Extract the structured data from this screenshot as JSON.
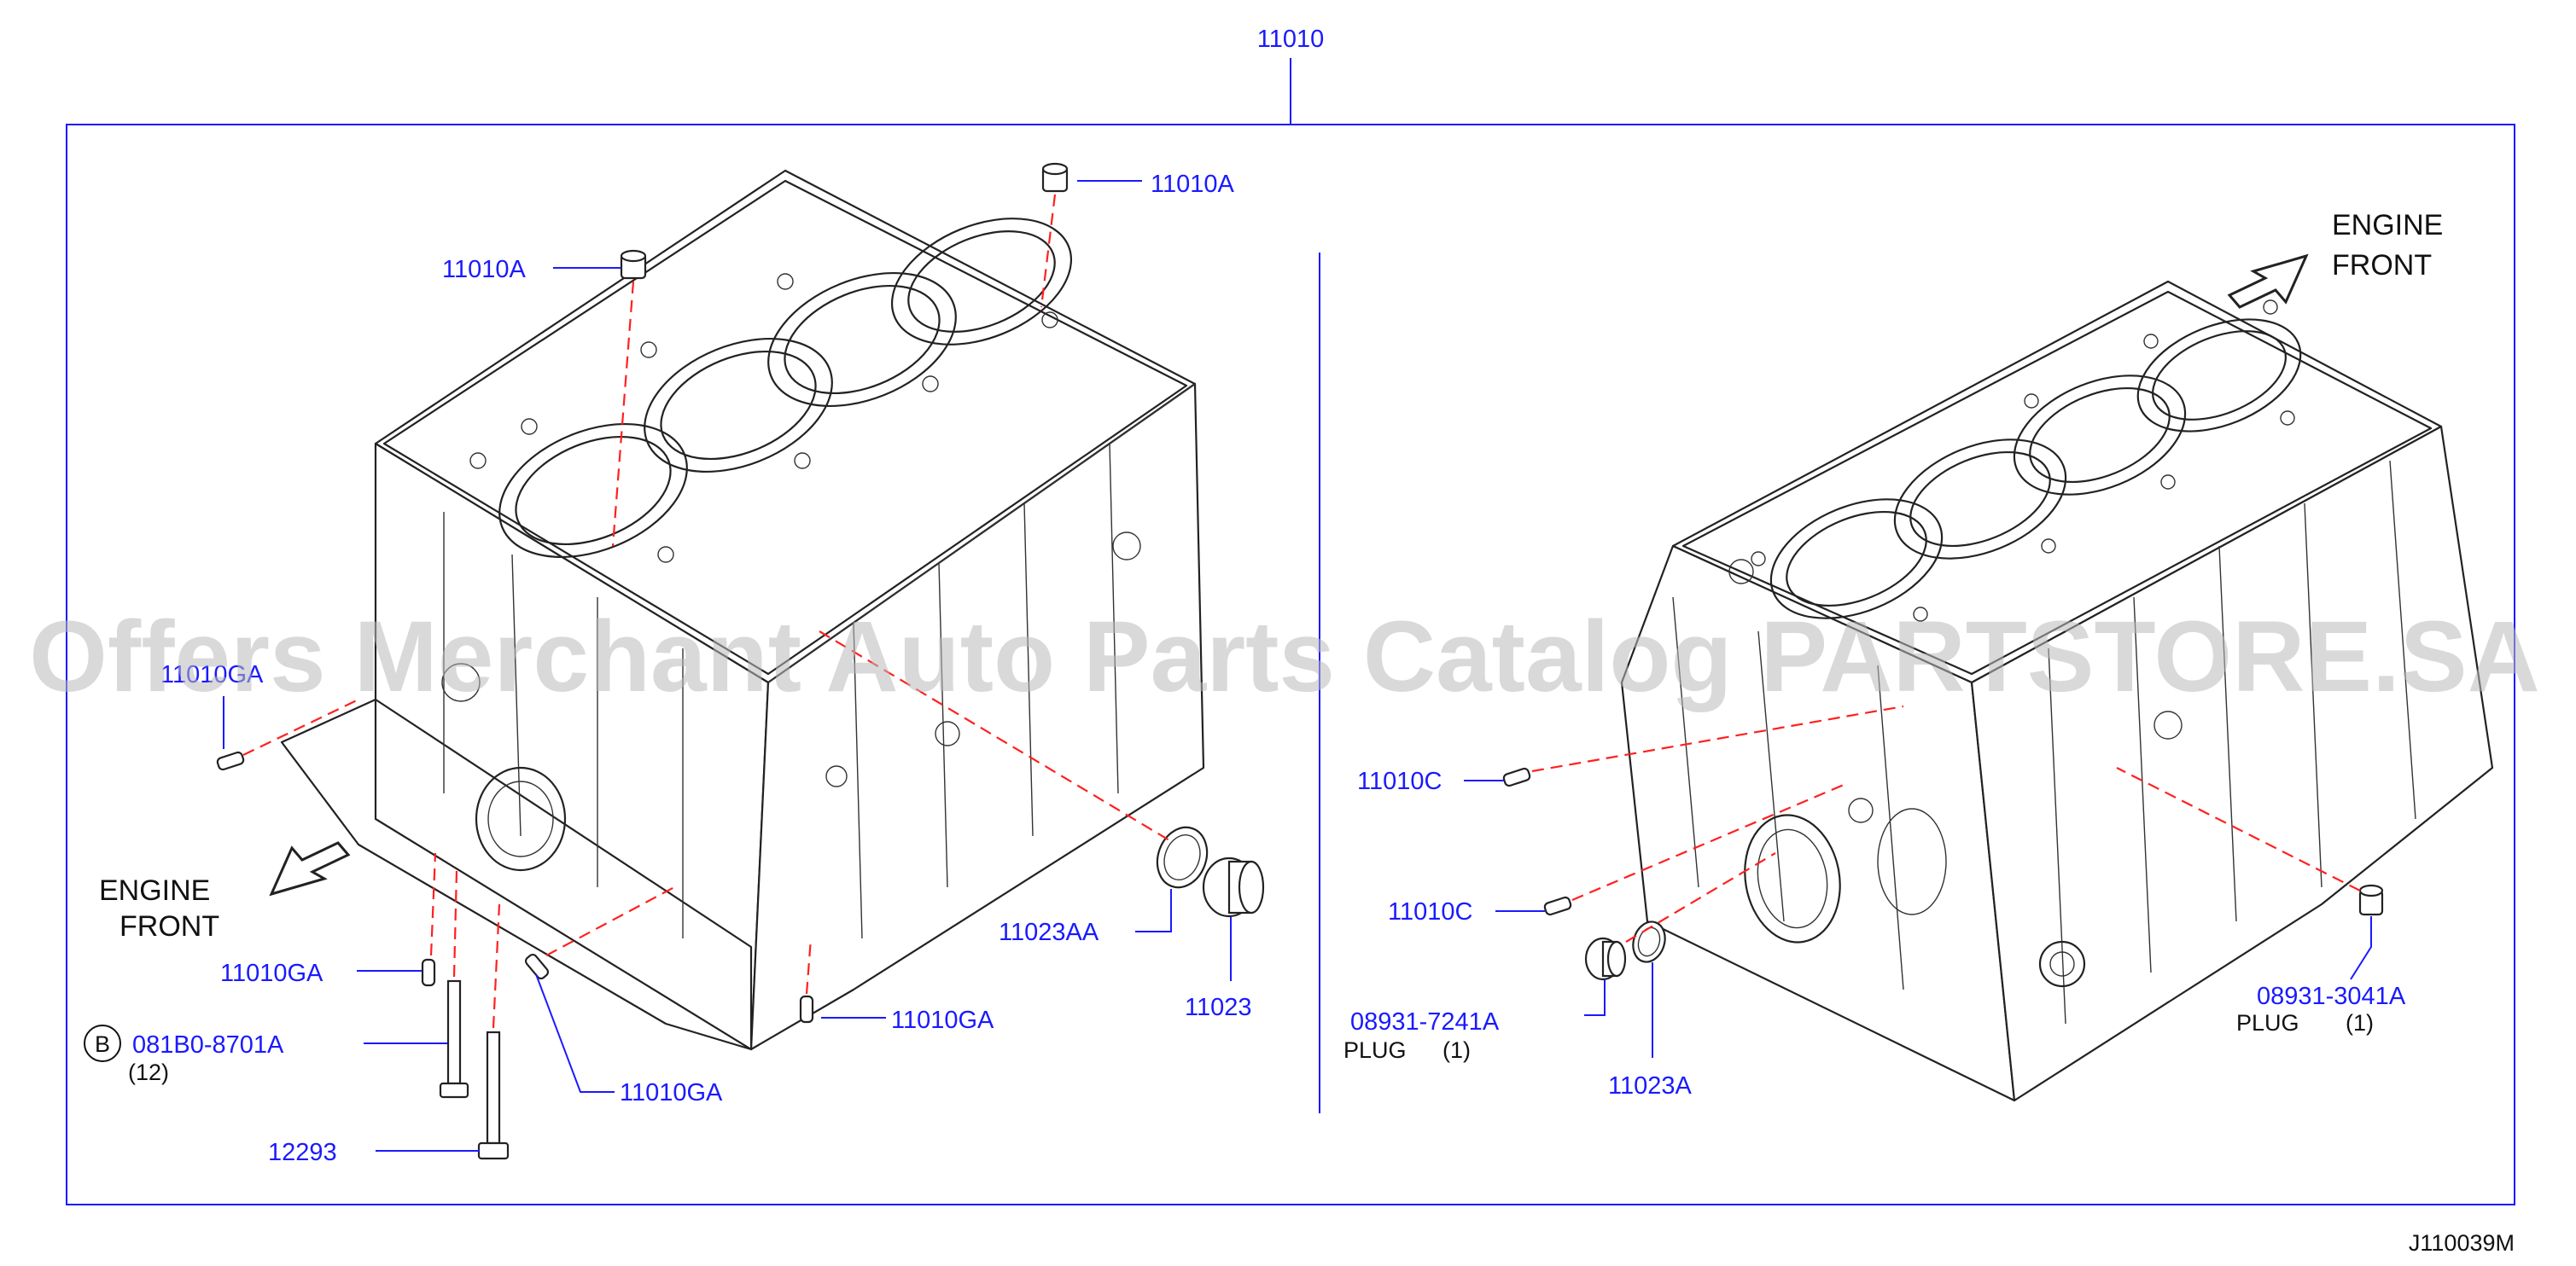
{
  "diagram": {
    "assembly_number": "11010",
    "figure_code": "J110039M",
    "watermark": "Offers Merchant Auto Parts Catalog PARTSTORE.SA",
    "left_view": {
      "direction_label": [
        "ENGINE",
        "FRONT"
      ],
      "callouts": {
        "cap_left": "11010A",
        "cap_right": "11010A",
        "dowel_upper": "11010GA",
        "dowel_lower_left": "11010GA",
        "dowel_lower_right": "11010GA",
        "dowel_mid": "11010GA",
        "bolt_code_badge": "B",
        "bolt": "081B0-8701A",
        "bolt_qty": "(12)",
        "long_bolt": "12293",
        "seal": "11023AA",
        "plug": "11023"
      }
    },
    "right_view": {
      "direction_label": [
        "ENGINE",
        "FRONT"
      ],
      "callouts": {
        "dowel_upper": "11010C",
        "dowel_lower": "11010C",
        "plug_left_part": "08931-7241A",
        "plug_left_name": "PLUG",
        "plug_left_qty": "(1)",
        "seal": "11023A",
        "plug_right_part": "08931-3041A",
        "plug_right_name": "PLUG",
        "plug_right_qty": "(1)"
      }
    },
    "colors": {
      "callout_text": "#1a1aff",
      "leader_line": "#1a1aff",
      "installation_line": "#ff2020",
      "drawing": "#222222",
      "watermark": "#b9b9b9"
    }
  }
}
